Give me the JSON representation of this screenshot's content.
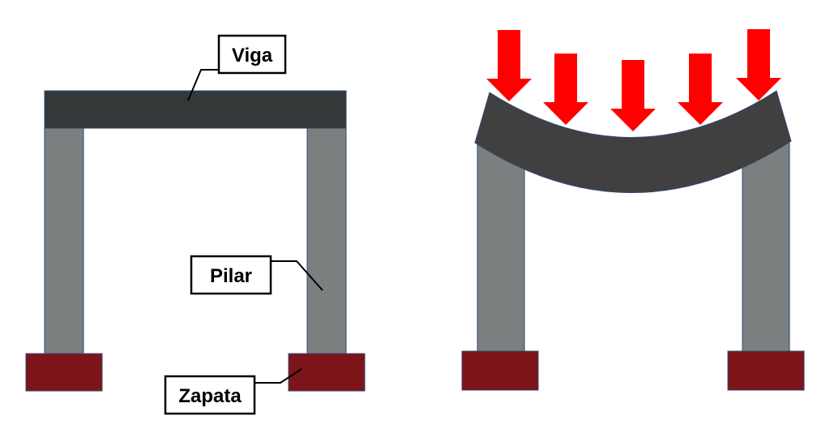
{
  "labels": {
    "beam": "Viga",
    "column": "Pilar",
    "footing": "Zapata"
  },
  "colors": {
    "beam": "#343839",
    "deformed_beam": "#404040",
    "column": "#7b7f80",
    "footing": "#7d141a",
    "load_arrow": "#ff0000",
    "outline": "#2f4a72",
    "label_border": "#000000"
  },
  "icons": {
    "load": "down-arrow-icon"
  },
  "load_arrow_count": 5
}
